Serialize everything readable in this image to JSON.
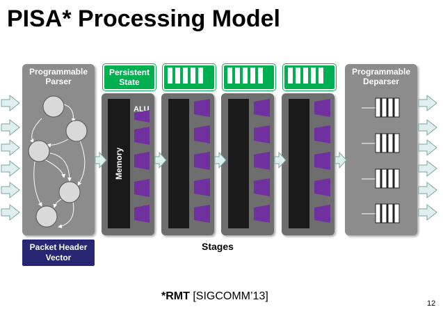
{
  "title": "PISA* Processing Model",
  "parser": {
    "label": "Programmable Parser"
  },
  "persistent_state": {
    "label": "Persistent State"
  },
  "memory_label": "Memory",
  "alu_label": "ALU",
  "deparser": {
    "label": "Programmable Deparser"
  },
  "phv": {
    "label": "Packet Header Vector"
  },
  "stages_label": "Stages",
  "footnote": {
    "bold": "*RMT",
    "rest": " [SIGCOMM’13]"
  },
  "slide_number": "12",
  "colors": {
    "panel_gray": "#6e6e6e",
    "green": "#00b050",
    "purple": "#7030a0",
    "navy": "#262673",
    "arrow_fill": "#dfeeee",
    "arrow_stroke": "#7aa5a5"
  }
}
